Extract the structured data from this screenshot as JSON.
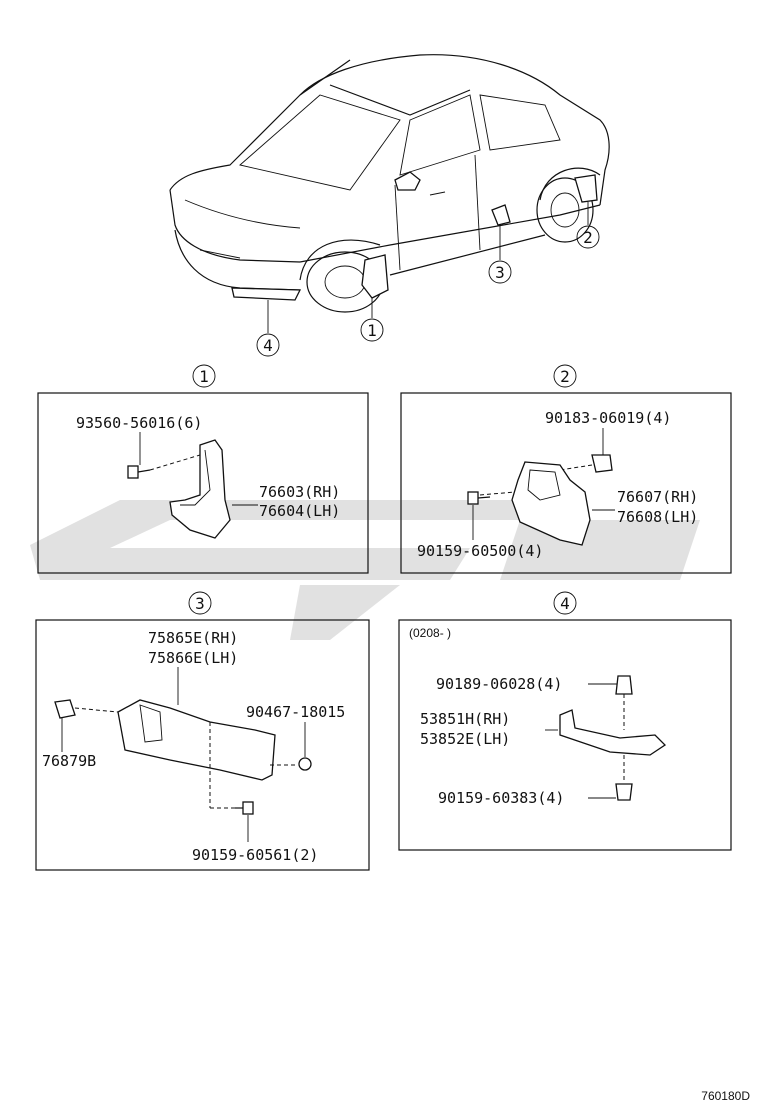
{
  "callouts": {
    "c1": "1",
    "c2": "2",
    "c3": "3",
    "c4": "4"
  },
  "panel1": {
    "title": "1",
    "bolt": "93560-56016(6)",
    "mudguard_rh": "76603(RH)",
    "mudguard_lh": "76604(LH)"
  },
  "panel2": {
    "title": "2",
    "clip": "90183-06019(4)",
    "mudguard_rh": "76607(RH)",
    "mudguard_lh": "76608(LH)",
    "screw": "90159-60500(4)"
  },
  "panel3": {
    "title": "3",
    "guard_rh": "75865E(RH)",
    "guard_lh": "75866E(LH)",
    "nut": "90467-18015",
    "clip": "76879B",
    "screw": "90159-60561(2)"
  },
  "panel4": {
    "title": "4",
    "date_range": "(0208-      )",
    "clip": "90189-06028(4)",
    "extension_rh": "53851H(RH)",
    "extension_lh": "53852E(LH)",
    "screw": "90159-60383(4)"
  },
  "figure_code": "760180D"
}
